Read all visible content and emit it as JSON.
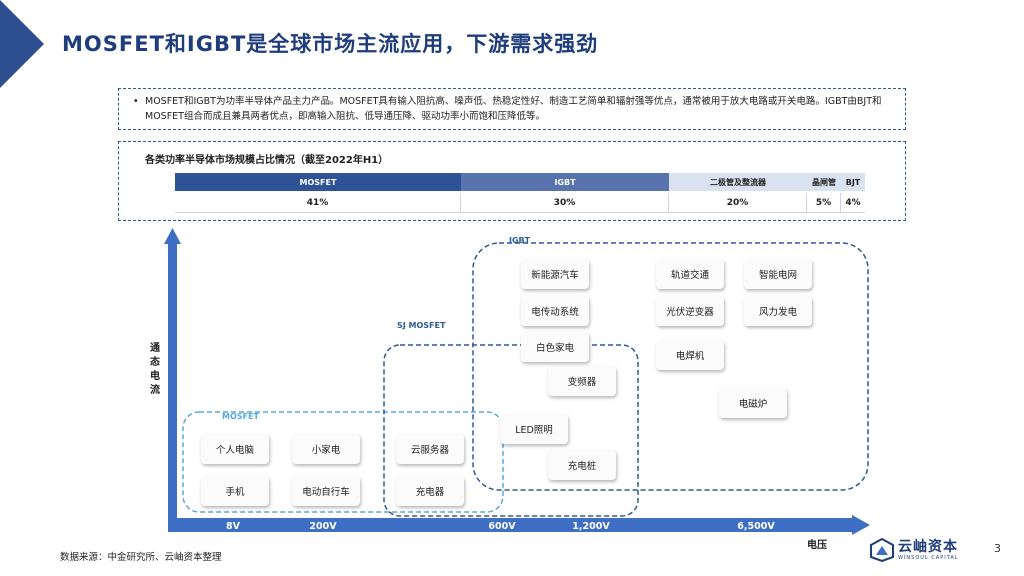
{
  "title": "MOSFET和IGBT是全球市场主流应用，下游需求强劲",
  "summary": {
    "bullet": "•",
    "text": "MOSFET和IGBT为功率半导体产品主力产品。MOSFET具有输入阻抗高、噪声低、热稳定性好、制造工艺简单和辐射强等优点，通常被用于放大电路或开关电路。IGBT由BJT和MOSFET组合而成且兼具两者优点，即高输入阻抗、低导通压降、驱动功率小而饱和压降低等。"
  },
  "market_share": {
    "title": "各类功率半导体市场规模占比情况（截至2022年H1）",
    "columns": [
      "MOSFET",
      "IGBT",
      "二极管及整流器",
      "晶闸管",
      "BJT"
    ],
    "values": [
      "41%",
      "30%",
      "20%",
      "5%",
      "4%"
    ]
  },
  "chart": {
    "y_label": "通态电流",
    "x_label": "电压",
    "ticks": [
      "8V",
      "200V",
      "600V",
      "1,200V",
      "6,500V"
    ],
    "zones": {
      "mosfet": "MOSFET",
      "sj_mosfet": "SJ MOSFET",
      "igbt": "IGBT"
    },
    "apps": {
      "pc": "个人电脑",
      "small_appliance": "小家电",
      "cloud_server": "云服务器",
      "phone": "手机",
      "e_bike": "电动自行车",
      "charger": "充电器",
      "nev": "新能源汽车",
      "rail": "轨道交通",
      "smart_grid": "智能电网",
      "e_drive": "电传动系统",
      "pv_inverter": "光伏逆变器",
      "wind": "风力发电",
      "white_goods": "白色家电",
      "welder": "电焊机",
      "vfd": "变频器",
      "induction_cooker": "电磁炉",
      "led": "LED照明",
      "charging_pile": "充电桩"
    }
  },
  "footer": {
    "source": "数据来源：中金研究所、云岫资本整理",
    "logo_cn": "云岫资本",
    "logo_en": "WINSOUL CAPITAL",
    "page": "3"
  },
  "colors": {
    "title": "#1f3d7a",
    "axis": "#3f6fc4",
    "igbt_zone": "#2e5a96",
    "mosfet_zone": "#5aa8dc"
  }
}
